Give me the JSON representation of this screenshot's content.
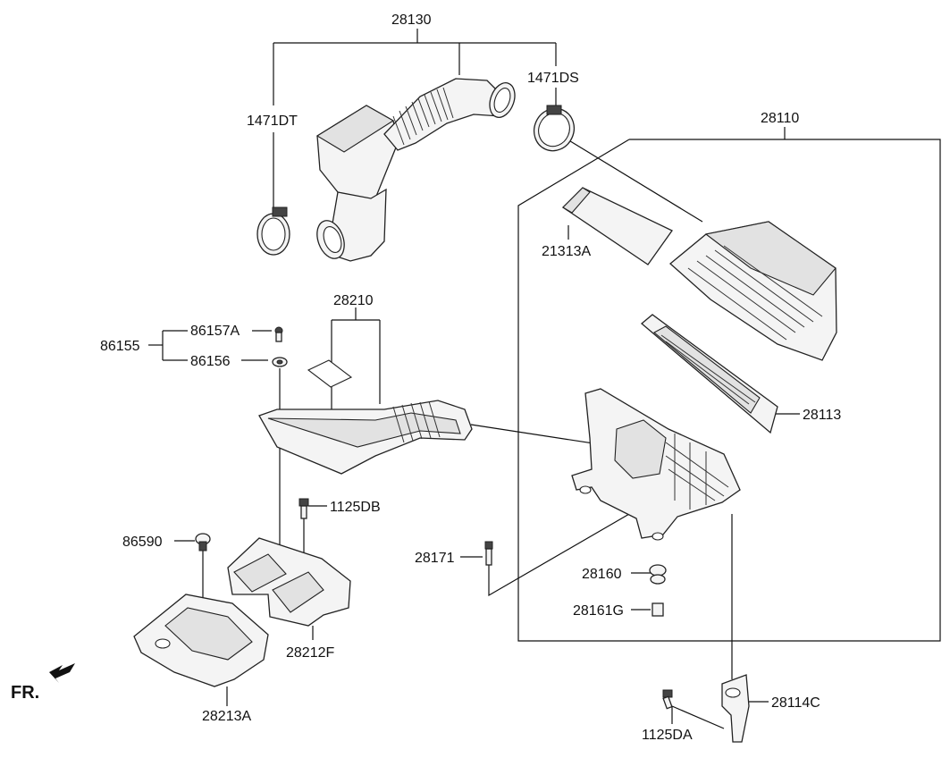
{
  "labels": {
    "p28130": "28130",
    "p1471DS": "1471DS",
    "p1471DT": "1471DT",
    "p28110": "28110",
    "p21313A": "21313A",
    "p28210": "28210",
    "p86155": "86155",
    "p86157A": "86157A",
    "p86156": "86156",
    "p28113": "28113",
    "p1125DB": "1125DB",
    "p86590": "86590",
    "p28171": "28171",
    "p28160": "28160",
    "p28161G": "28161G",
    "p28212F": "28212F",
    "p28213A": "28213A",
    "p28114C": "28114C",
    "p1125DA": "1125DA",
    "fr": "FR."
  }
}
